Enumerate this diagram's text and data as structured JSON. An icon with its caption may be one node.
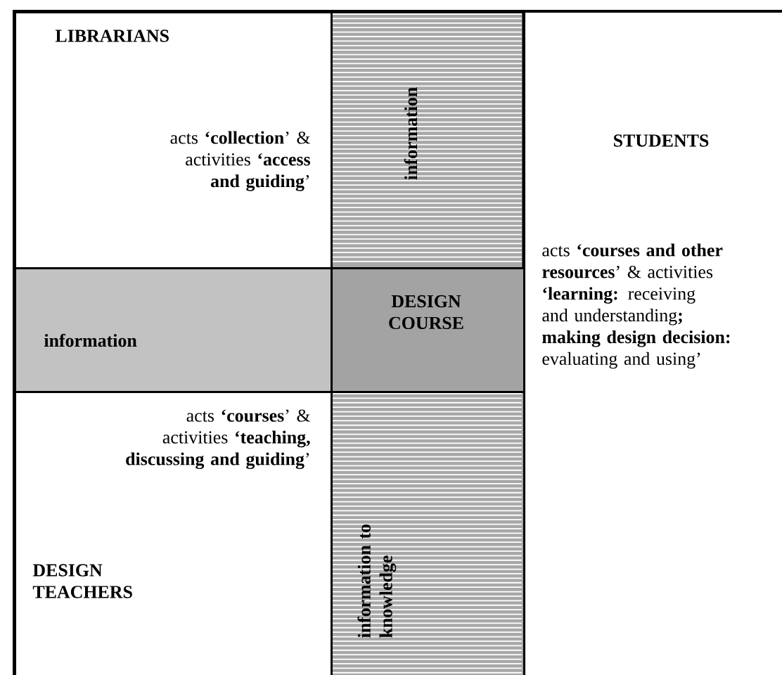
{
  "diagram": {
    "nodes": [
      {
        "text": [
          "LIBRARIANS",
          "acts **‘collection**’ & activities **‘access and guiding**’"
        ]
      },
      {
        "text": [
          "information"
        ]
      },
      {
        "text": [
          "STUDENTS",
          "acts **‘courses and other resources**’ & activities **‘learning:** receiving and understanding**;** **making design decision:** evaluating and using’"
        ]
      },
      {
        "text": [
          "information"
        ]
      },
      {
        "text": [
          "DESIGN COURSE"
        ]
      },
      {
        "text": [
          "acts **‘courses**’ & activities **‘teaching, discussing and guiding**’",
          "DESIGN TEACHERS"
        ]
      },
      {
        "text": [
          "information to knowledge"
        ]
      }
    ]
  }
}
